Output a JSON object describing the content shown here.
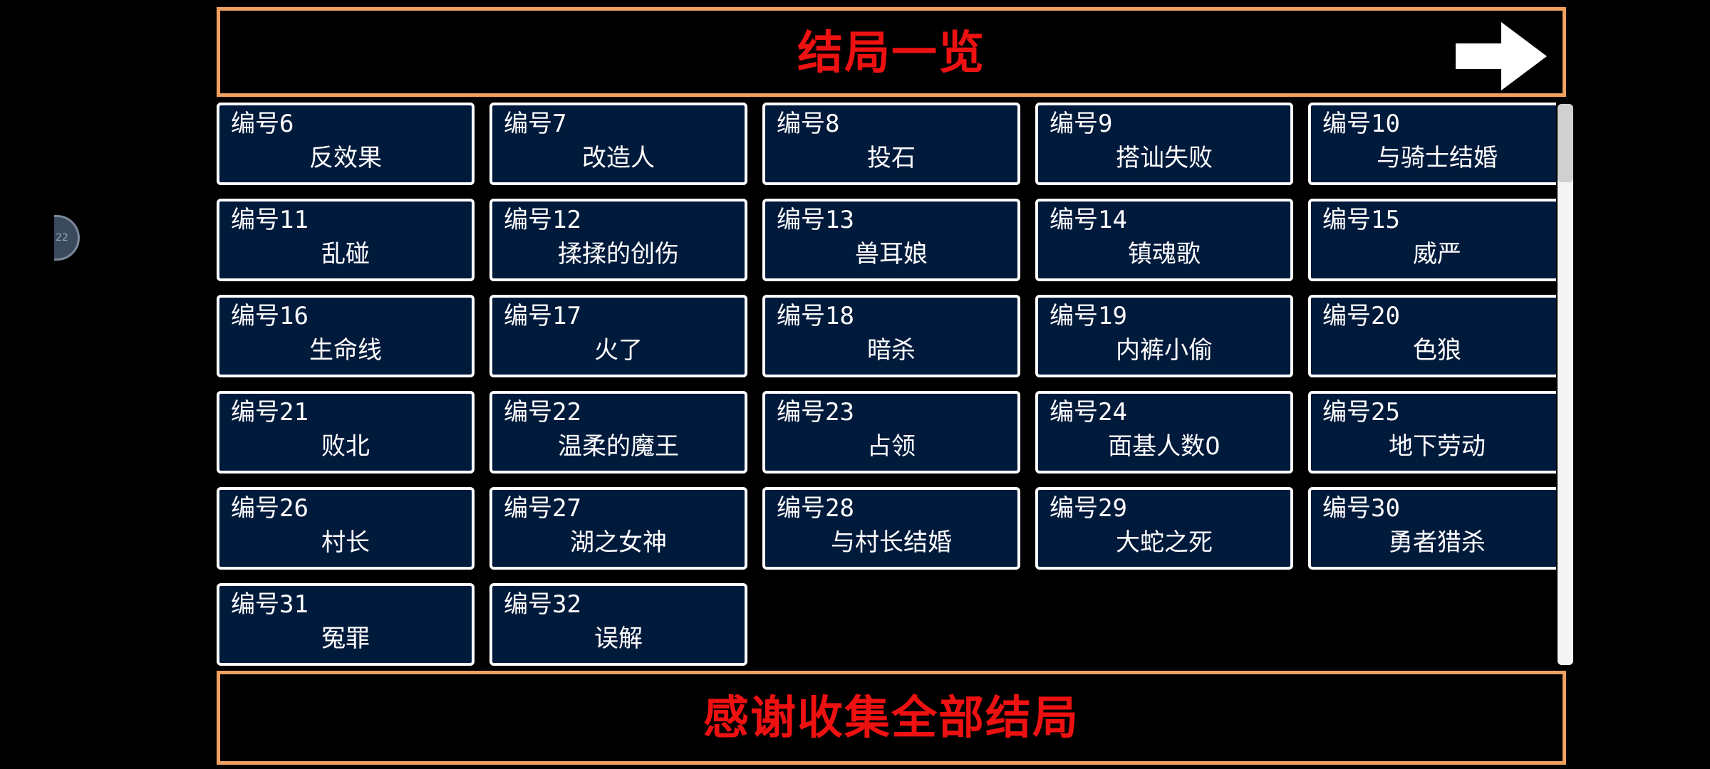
{
  "header": {
    "title": "结局一览"
  },
  "footer": {
    "text": "感谢收集全部结局"
  },
  "side_bubble": {
    "label": "22"
  },
  "colors": {
    "title_red": "#ee1111",
    "frame_orange": "#f0a060",
    "card_bg": "#001a3c",
    "card_border": "#ffffff"
  },
  "endings": [
    {
      "num": "编号6",
      "name": "反效果"
    },
    {
      "num": "编号7",
      "name": "改造人"
    },
    {
      "num": "编号8",
      "name": "投石"
    },
    {
      "num": "编号9",
      "name": "搭讪失败"
    },
    {
      "num": "编号10",
      "name": "与骑士结婚"
    },
    {
      "num": "编号11",
      "name": "乱碰"
    },
    {
      "num": "编号12",
      "name": "揉揉的创伤"
    },
    {
      "num": "编号13",
      "name": "兽耳娘"
    },
    {
      "num": "编号14",
      "name": "镇魂歌"
    },
    {
      "num": "编号15",
      "name": "威严"
    },
    {
      "num": "编号16",
      "name": "生命线"
    },
    {
      "num": "编号17",
      "name": "火了"
    },
    {
      "num": "编号18",
      "name": "暗杀"
    },
    {
      "num": "编号19",
      "name": "内裤小偷"
    },
    {
      "num": "编号20",
      "name": "色狼"
    },
    {
      "num": "编号21",
      "name": "败北"
    },
    {
      "num": "编号22",
      "name": "温柔的魔王"
    },
    {
      "num": "编号23",
      "name": "占领"
    },
    {
      "num": "编号24",
      "name": "面基人数0"
    },
    {
      "num": "编号25",
      "name": "地下劳动"
    },
    {
      "num": "编号26",
      "name": "村长"
    },
    {
      "num": "编号27",
      "name": "湖之女神"
    },
    {
      "num": "编号28",
      "name": "与村长结婚"
    },
    {
      "num": "编号29",
      "name": "大蛇之死"
    },
    {
      "num": "编号30",
      "name": "勇者猎杀"
    },
    {
      "num": "编号31",
      "name": "冤罪"
    },
    {
      "num": "编号32",
      "name": "误解"
    }
  ]
}
